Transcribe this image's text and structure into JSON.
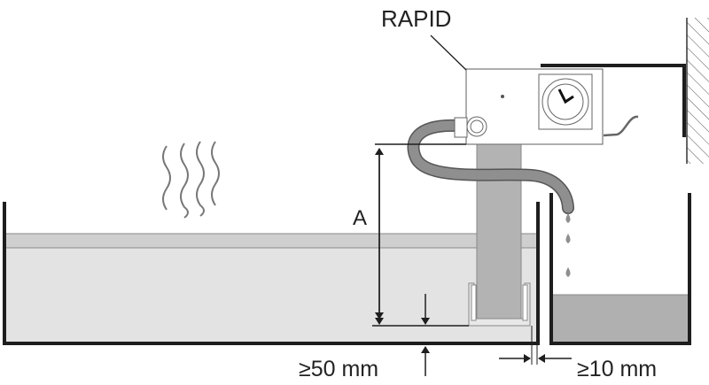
{
  "labels": {
    "device": "RAPID",
    "height_dimension": "A",
    "min_bottom_clearance": "≥50 mm",
    "min_wall_clearance": "≥10 mm"
  },
  "colors": {
    "tank_water": "#e3e3e3",
    "water_surface_band": "#cfcfcf",
    "pump_column": "#b3b3b3",
    "hose": "#8f8f8f",
    "collection_water": "#b0b0b0",
    "outline": "#1e1e1e"
  }
}
